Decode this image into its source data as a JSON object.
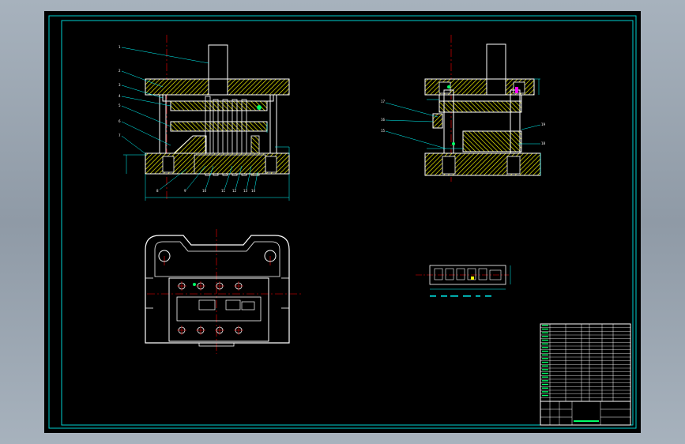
{
  "views": {
    "front": {
      "leader_numbers_left": [
        "1",
        "2",
        "3",
        "4",
        "5",
        "6",
        "7"
      ],
      "leader_numbers_bottom": [
        "8",
        "9",
        "10",
        "11",
        "12",
        "13",
        "14"
      ]
    },
    "side": {
      "leader_numbers_left": [
        "17",
        "16",
        "15"
      ],
      "leader_numbers_right": [
        "19",
        "18"
      ]
    }
  },
  "title_block": {
    "parts_rows": 21,
    "title_label": ""
  },
  "colors": {
    "frame": "#00d0d0",
    "lines": "#ffffff",
    "hatch": "#ffff00",
    "center": "#ff0000",
    "dims": "#00ffff",
    "special": "#ff00ff",
    "text_green": "#00ff66",
    "background": "#000000"
  }
}
